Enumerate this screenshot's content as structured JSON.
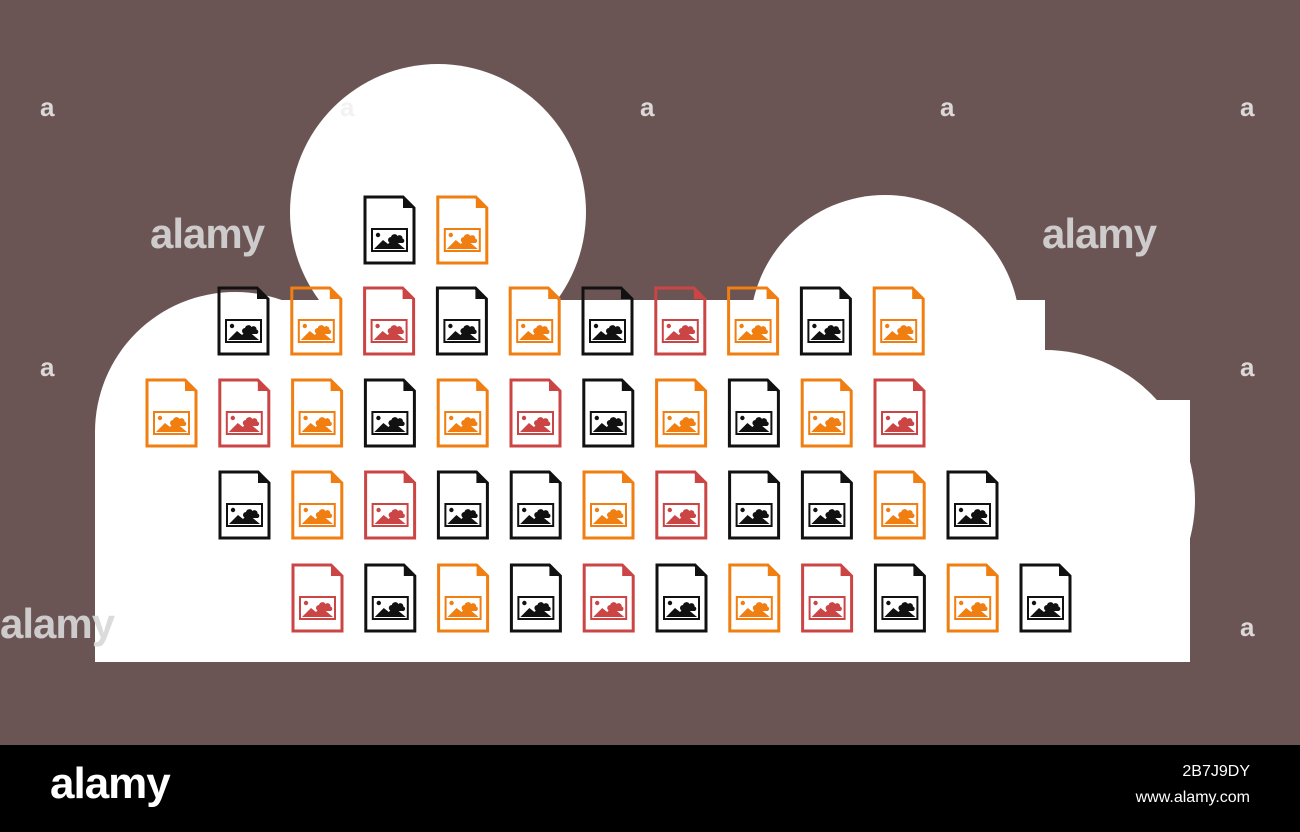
{
  "colors": {
    "background": "#6b5454",
    "cloud": "#ffffff",
    "black": "#111111",
    "orange": "#f07e10",
    "red": "#cc4545"
  },
  "icon_name": "image-file-icon",
  "icon_rows": [
    [
      "black",
      "orange"
    ],
    [
      "black",
      "orange",
      "red",
      "black",
      "orange",
      "black",
      "red",
      "orange",
      "black",
      "orange"
    ],
    [
      "orange",
      "red",
      "orange",
      "black",
      "orange",
      "red",
      "black",
      "orange",
      "black",
      "orange",
      "red"
    ],
    [
      "black",
      "orange",
      "red",
      "black",
      "black",
      "orange",
      "red",
      "black",
      "black",
      "orange",
      "black"
    ],
    [
      "red",
      "black",
      "orange",
      "black",
      "red",
      "black",
      "orange",
      "red",
      "black",
      "orange",
      "black"
    ]
  ],
  "watermark": {
    "letter": "a",
    "word": "alamy"
  },
  "footer": {
    "logo": "alamy",
    "image_id": "2B7J9DY",
    "url": "www.alamy.com"
  }
}
